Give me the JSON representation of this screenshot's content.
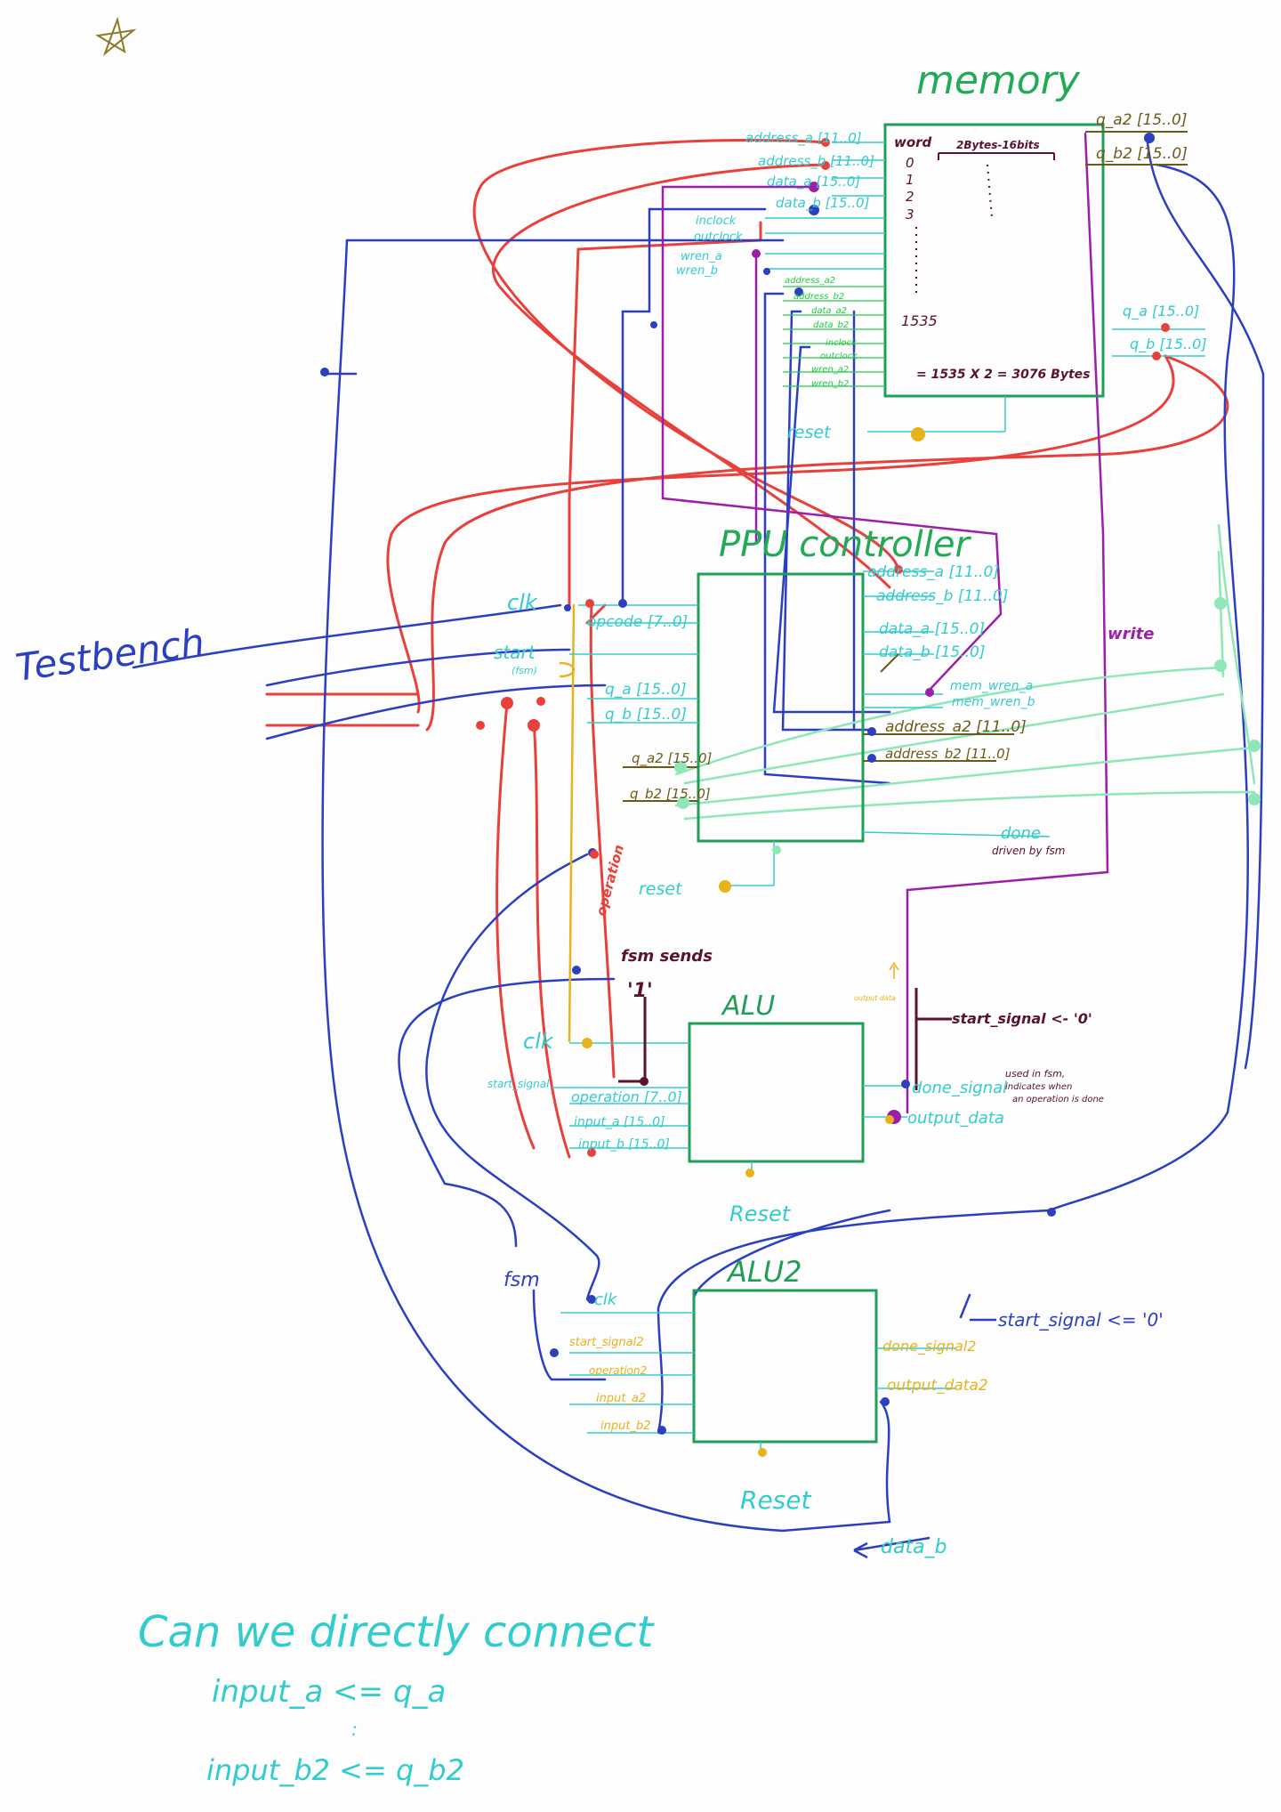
{
  "title": "memory",
  "testbench_label": "Testbench",
  "colors": {
    "background": "#fdfdfd",
    "block_border": "#1f9e55",
    "cyan_text": "#33cccc",
    "red_wire": "#e8403a",
    "blue_wire": "#2b3fbf",
    "purple_wire": "#9b1fa8",
    "yellow_wire": "#e8b21a",
    "mint_wire": "#8fe6b8",
    "olive_text": "#6b5a18",
    "maroon_text": "#5a1230",
    "green_text": "#22cc44"
  },
  "memory": {
    "left_ports": [
      "address_a [11..0]",
      "address_b [11..0]",
      "data_a [15..0]",
      "data_b [15..0]",
      "inclock",
      "outclock",
      "wren_a",
      "wren_b"
    ],
    "second_ports": [
      "address_a2",
      "address_b2",
      "data_a2",
      "data_b2",
      "inclock",
      "outclock",
      "wren_a2",
      "wren_b2"
    ],
    "right_ports_top": [
      "q_a2 [15..0]",
      "q_b2 [15..0]"
    ],
    "right_ports": [
      "q_a [15..0]",
      "q_b [15..0]"
    ],
    "word_label": "word",
    "words": [
      "0",
      "1",
      "2",
      "3",
      "1535"
    ],
    "width_label": "2Bytes-16bits",
    "size_note": "= 1535 X 2 = 3076 Bytes",
    "reset": "reset"
  },
  "ppu": {
    "title": "PPU controller",
    "left_ports": [
      "clk",
      "opcode [7..0]",
      "start",
      "(fsm)",
      "q_a [15..0]",
      "q_b [15..0]",
      "q_a2 [15..0]",
      "q_b2 [15..0]"
    ],
    "right_ports": [
      "address_a [11..0]",
      "address_b [11..0]",
      "data_a [15..0]",
      "data_b [15..0]",
      "mem_wren_a",
      "mem_wren_b",
      "address_a2 [11..0]",
      "address_b2 [11..0]",
      "done"
    ],
    "done_note": "driven by fsm",
    "reset": "reset",
    "write_label": "write"
  },
  "alu": {
    "title": "ALU",
    "left_ports": [
      "clk",
      "start_signal",
      "operation [7..0]",
      "input_a [15..0]",
      "input_b [15..0]"
    ],
    "right_ports": [
      "done_signal",
      "output_data"
    ],
    "done_note_1": "used in fsm,",
    "done_note_2": "indicates when",
    "done_note_3": "an operation is done",
    "start_note": "start_signal <- '0'",
    "fsm_note": "fsm sends",
    "fsm_value": "'1'",
    "operation_wire": "operation",
    "output_note": "output data",
    "reset": "Reset"
  },
  "alu2": {
    "title": "ALU2",
    "left_ports": [
      "clk",
      "start_signal2",
      "operation2",
      "input_a2",
      "input_b2"
    ],
    "right_ports": [
      "done_signal2",
      "output_data2"
    ],
    "start_note": "start_signal <= '0'",
    "fsm_label": "fsm",
    "reset": "Reset",
    "data_b_label": "data_b"
  },
  "question": {
    "line1": "Can we directly connect",
    "line2": "input_a <= q_a",
    "line3": ":",
    "line4": "input_b2 <= q_b2"
  }
}
